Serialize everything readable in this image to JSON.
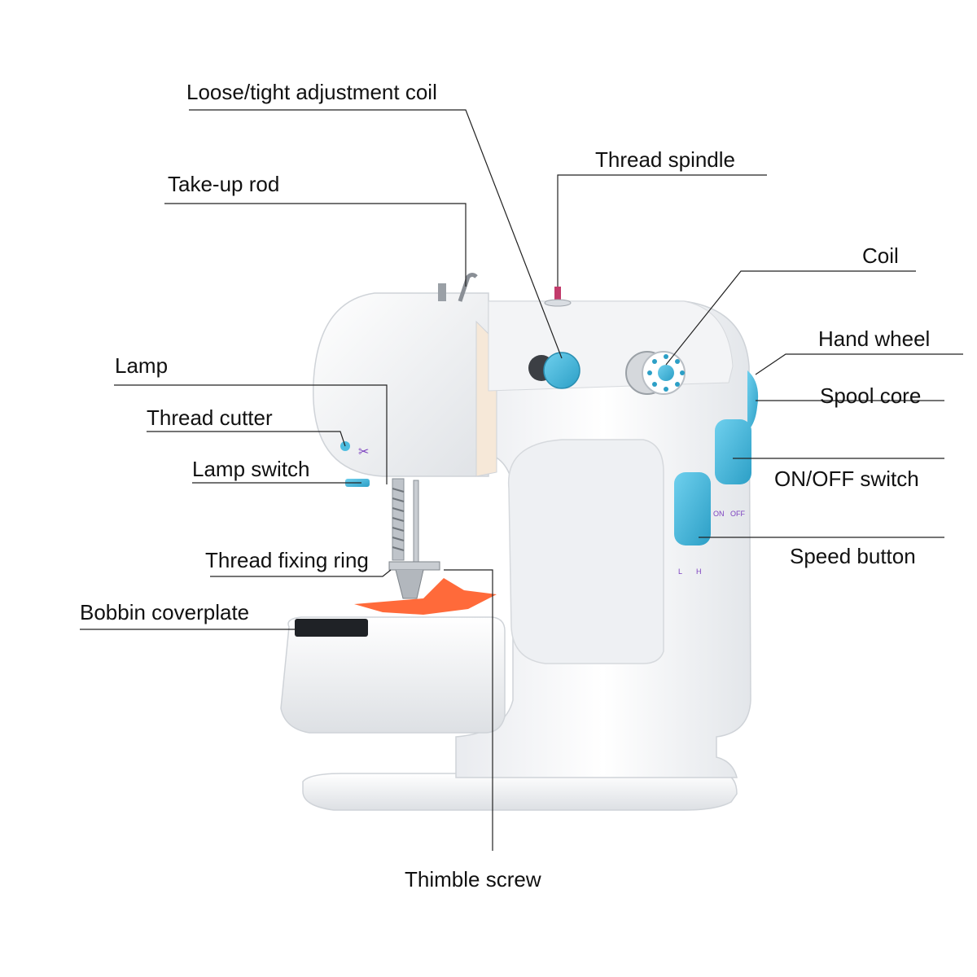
{
  "colors": {
    "accent": "#4dbde0",
    "accent_dark": "#2a9fc6",
    "body": "#f4f5f7",
    "fabric": "#ff6a3a",
    "icon": "#7b3fbf",
    "line": "#222222"
  },
  "labels": {
    "loose_tight": "Loose/tight adjustment coil",
    "thread_spindle": "Thread spindle",
    "take_up_rod": "Take-up rod",
    "coil": "Coil",
    "hand_wheel": "Hand wheel",
    "lamp": "Lamp",
    "spool_core": "Spool core",
    "thread_cutter": "Thread cutter",
    "lamp_switch": "Lamp switch",
    "on_off_switch": "ON/OFF switch",
    "speed_button": "Speed button",
    "thread_fixing_ring": "Thread fixing ring",
    "bobbin_coverplate": "Bobbin coverplate",
    "thimble_screw": "Thimble screw"
  },
  "markings": {
    "on": "ON",
    "off": "OFF",
    "low": "L",
    "high": "H"
  }
}
